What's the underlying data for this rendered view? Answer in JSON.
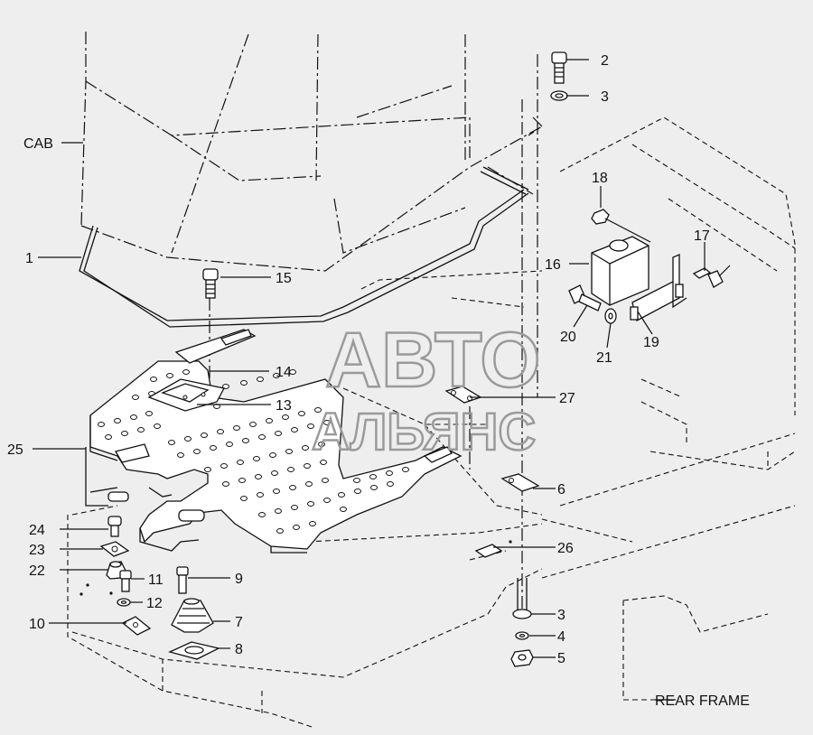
{
  "labels": {
    "cab": "CAB",
    "rear_frame": "REAR FRAME"
  },
  "watermark": {
    "line1": "АВТО",
    "line2": "АЛЬЯНС",
    "color": "#9a9a9a"
  },
  "callouts": {
    "p1": "1",
    "p2": "2",
    "p3a": "3",
    "p3b": "3",
    "p4": "4",
    "p5": "5",
    "p6": "6",
    "p7": "7",
    "p8": "8",
    "p9": "9",
    "p10": "10",
    "p11": "11",
    "p12": "12",
    "p13": "13",
    "p14": "14",
    "p15": "15",
    "p16": "16",
    "p17": "17",
    "p18": "18",
    "p19": "19",
    "p20": "20",
    "p21": "21",
    "p22": "22",
    "p23": "23",
    "p24": "24",
    "p25": "25",
    "p26": "26",
    "p27": "27"
  }
}
